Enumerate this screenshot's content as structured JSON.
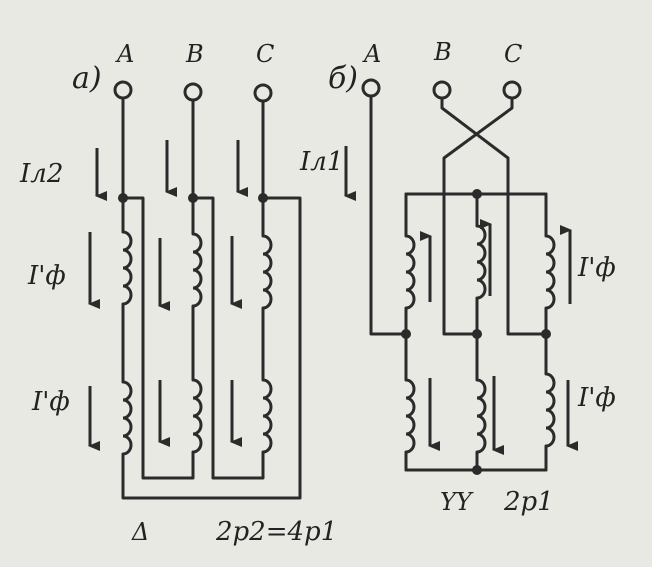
{
  "diagram_a": {
    "tag": "a)",
    "terminals": [
      "A",
      "B",
      "C"
    ],
    "line_current": "Iл2",
    "phase_current_top": "I'ф",
    "phase_current_bottom": "I'ф",
    "connection": "Δ",
    "poles": "2p2=4p1"
  },
  "diagram_b": {
    "tag": "б)",
    "terminals": [
      "A",
      "B",
      "C"
    ],
    "line_current": "Iл1",
    "phase_current_top": "I'ф",
    "phase_current_bottom": "I'ф",
    "connection": "YY",
    "poles": "2p1"
  },
  "colors": {
    "ink": "#2b2b2b",
    "paper": "#e9e9e4"
  }
}
